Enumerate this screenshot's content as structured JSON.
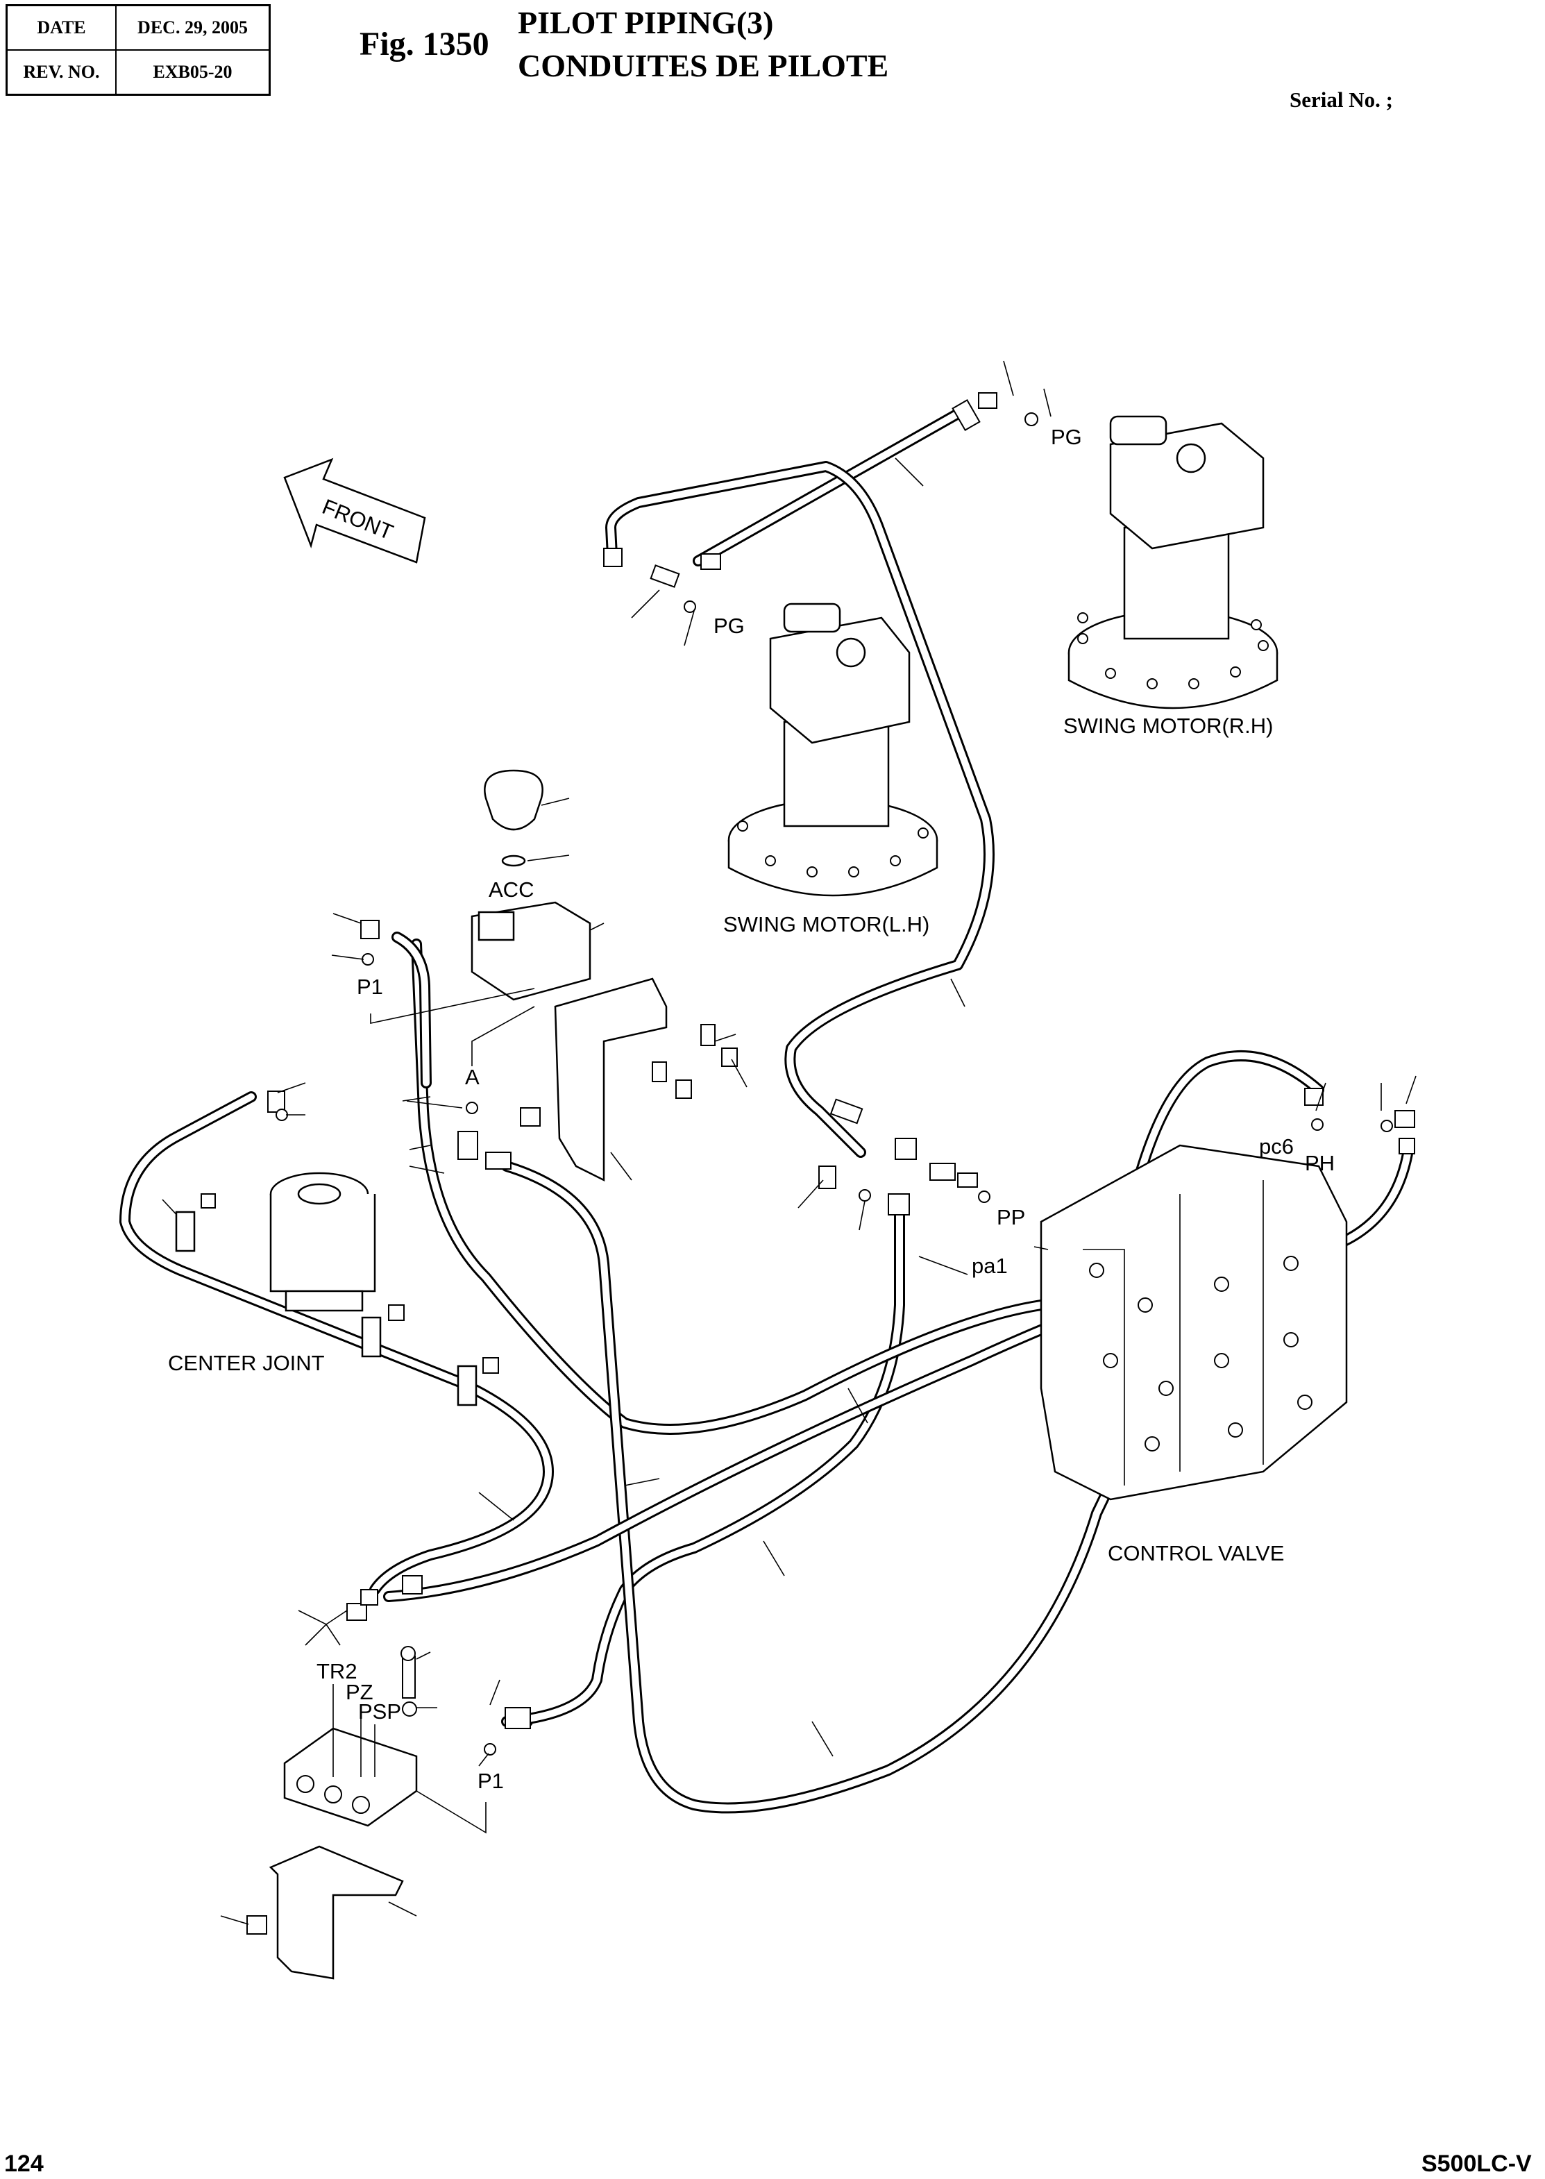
{
  "header": {
    "date_label": "DATE",
    "date_value": "DEC. 29, 2005",
    "rev_label": "REV. NO.",
    "rev_value": "EXB05-20",
    "fig_number": "Fig. 1350",
    "title_en": "PILOT PIPING(3)",
    "title_fr": "CONDUITES DE PILOTE",
    "serial": "Serial No. ;"
  },
  "labels": {
    "front": "FRONT",
    "swing_motor_rh": "SWING MOTOR(R.H)",
    "swing_motor_lh": "SWING MOTOR(L.H)",
    "center_joint": "CENTER JOINT",
    "control_valve": "CONTROL VALVE",
    "acc": "ACC",
    "p1_top": "P1",
    "a": "A",
    "pg_right": "PG",
    "pg_left": "PG",
    "pc6": "pc6",
    "ph": "PH",
    "pp": "PP",
    "pa1": "pa1",
    "tr2": "TR2",
    "pz": "PZ",
    "psp": "PSP",
    "p1_bottom": "P1"
  },
  "footer": {
    "page": "124",
    "model": "S500LC-V"
  }
}
